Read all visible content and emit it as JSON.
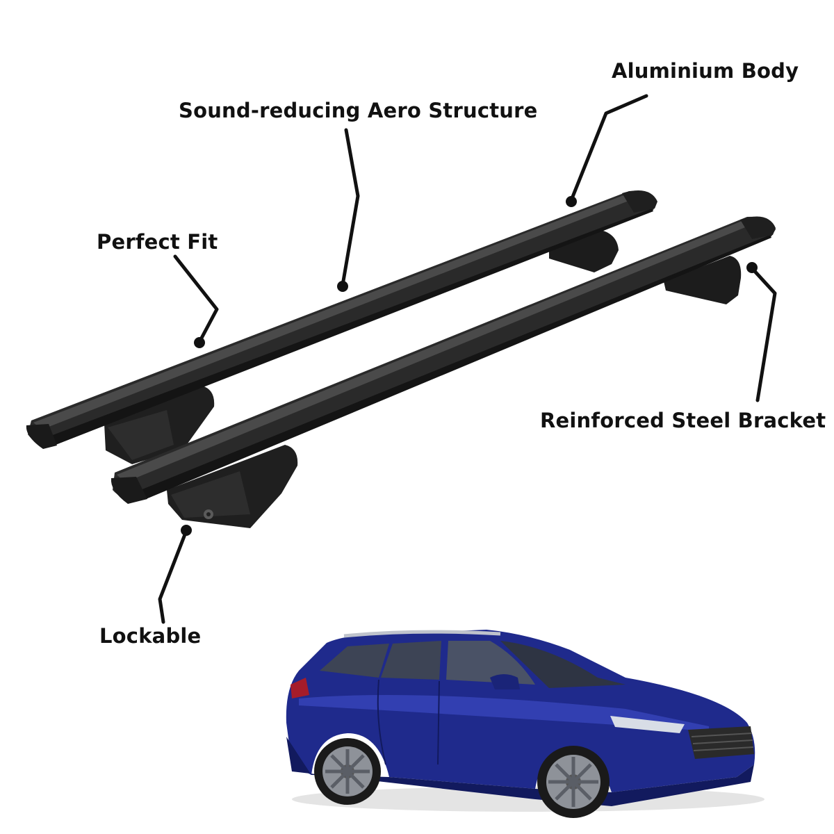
{
  "callouts": {
    "aluminium_body": "Aluminium Body",
    "aero_structure": "Sound-reducing Aero Structure",
    "perfect_fit": "Perfect Fit",
    "reinforced_bracket": "Reinforced Steel Bracket",
    "lockable": "Lockable"
  },
  "colors": {
    "bar": "#2a2a2a",
    "bar_dark": "#141414",
    "bar_highlight": "#4a4a4a",
    "leader_line": "#111111",
    "car_body": "#1f2a8c",
    "car_body_dark": "#121a5e",
    "car_highlight": "#3a48c0",
    "glass": "#3d4455",
    "wheel": "#8e9299",
    "tyre": "#1a1a1a",
    "grille": "#2a2a2a"
  },
  "icons": {
    "roof_bar_front": "roof-bar-image",
    "roof_bar_rear": "roof-bar-image",
    "car": "estate-car-image"
  }
}
